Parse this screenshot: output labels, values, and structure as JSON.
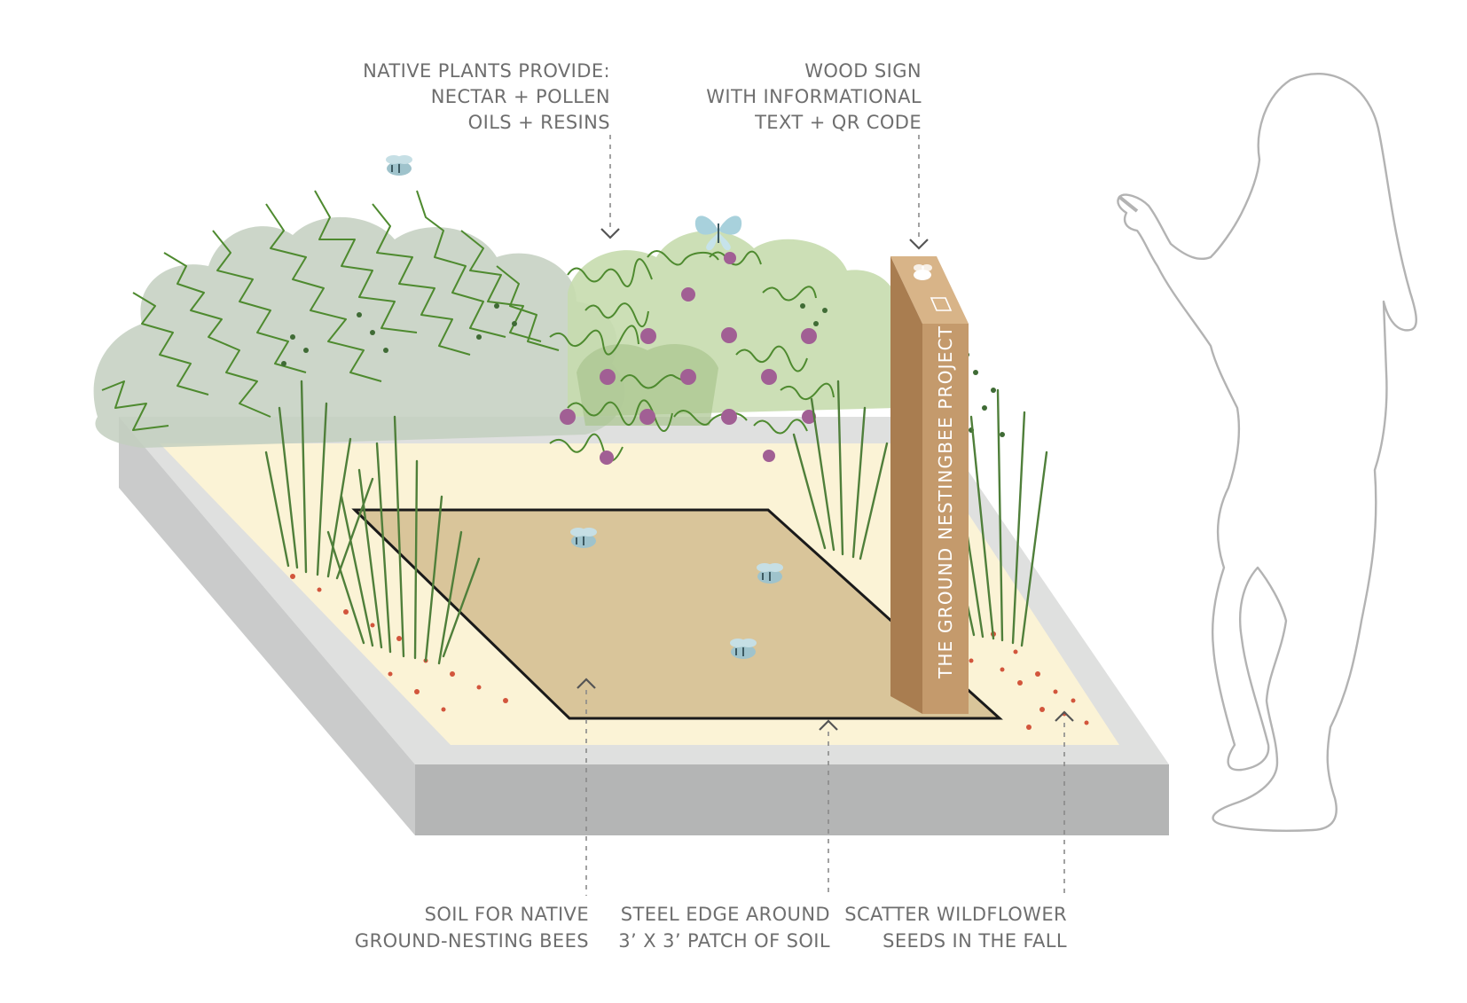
{
  "labels": {
    "native_plants": [
      "NATIVE PLANTS PROVIDE:",
      "NECTAR + POLLEN",
      "OILS + RESINS"
    ],
    "wood_sign": [
      "WOOD SIGN",
      "WITH INFORMATIONAL",
      "TEXT + QR CODE"
    ],
    "soil": [
      "SOIL FOR NATIVE",
      "GROUND-NESTING BEES"
    ],
    "steel_edge": [
      "STEEL EDGE AROUND",
      "3’ X 3’ PATCH OF SOIL"
    ],
    "wildflower": [
      "SCATTER WILDFLOWER",
      "SEEDS IN THE FALL"
    ]
  },
  "sign": {
    "title": "THE GROUND NESTINGBEE PROJECT"
  },
  "colors": {
    "planter_top": "#dfe0df",
    "planter_side": "#b4b5b5",
    "sand": "#fbf3d6",
    "soil": "#d9c59a",
    "wood": "#c49a6c",
    "foliage_gray": "#c3cfc0",
    "foliage_green": "#c7dcae",
    "plant_stroke": "#4e8a2f",
    "flower": "#a15f94",
    "seeds": "#d2553c",
    "insect": "#9fc3cc"
  }
}
